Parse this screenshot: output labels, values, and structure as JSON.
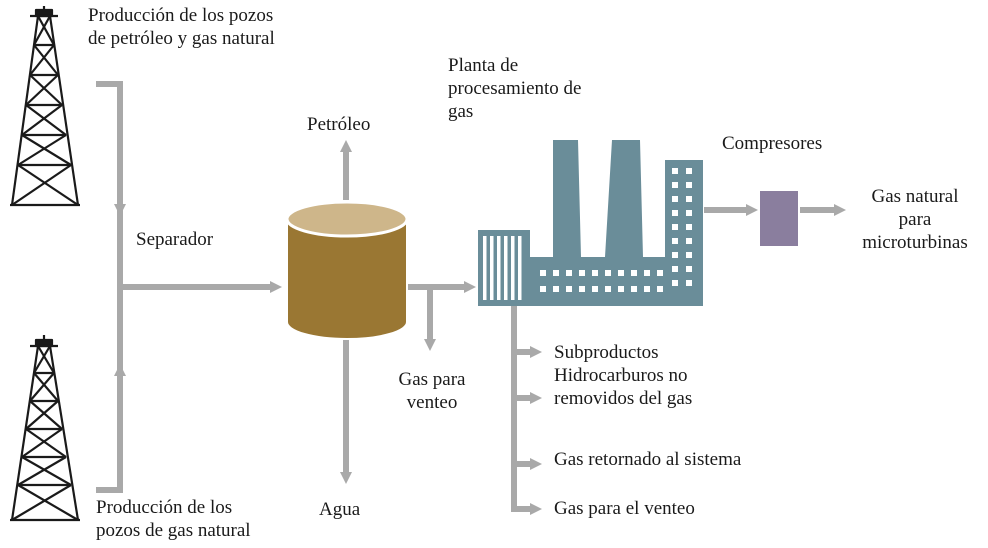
{
  "diagram": {
    "colors": {
      "line": "#a9a9a9",
      "tank_top": "#ceb68a",
      "tank_body": "#9a7733",
      "tank_outline": "#ffffff",
      "plant": "#6a8d99",
      "plant_window": "#ffffff",
      "compressor": "#8a7e9e",
      "derrick": "#1a1a1a"
    },
    "icons": {
      "derrick_top": "oil-derrick-icon",
      "derrick_bottom": "oil-derrick-icon",
      "separator": "separator-tank-icon",
      "plant": "gas-processing-plant-icon",
      "compressor": "compressor-icon"
    },
    "labels": {
      "production_oil_gas": [
        "Producción de los pozos",
        "de petróleo y gas natural"
      ],
      "production_gas": [
        "Producción de los",
        "pozos de gas natural"
      ],
      "separator": "Separador",
      "oil": "Petróleo",
      "water": "Agua",
      "vent_gas": [
        "Gas para",
        "venteo"
      ],
      "plant": [
        "Planta de",
        "procesamiento de",
        "gas"
      ],
      "compressors": "Compresores",
      "output": [
        "Gas natural",
        "para",
        "microturbinas"
      ],
      "byproducts": [
        "Subproductos",
        "Hidrocarburos no",
        "removidos del gas"
      ],
      "returned_gas": "Gas retornado al sistema",
      "vent_gas_final": "Gas para el venteo"
    }
  }
}
